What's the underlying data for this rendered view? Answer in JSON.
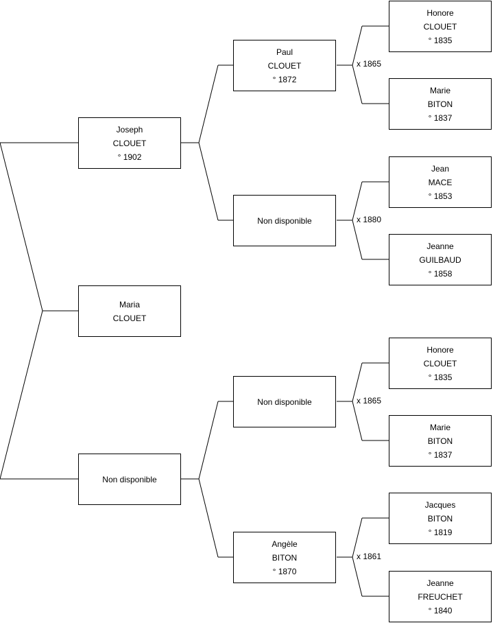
{
  "people": {
    "root": {
      "first": "Maria",
      "last": "CLOUET",
      "born": ""
    },
    "father": {
      "first": "Joseph",
      "last": "CLOUET",
      "born": "° 1902"
    },
    "mother": {
      "first": "Non disponible",
      "last": "",
      "born": ""
    },
    "ff": {
      "first": "Paul",
      "last": "CLOUET",
      "born": "° 1872"
    },
    "fm": {
      "first": "Non disponible",
      "last": "",
      "born": ""
    },
    "mf": {
      "first": "Non disponible",
      "last": "",
      "born": ""
    },
    "mm": {
      "first": "Angèle",
      "last": "BITON",
      "born": "° 1870"
    },
    "fff": {
      "first": "Honore",
      "last": "CLOUET",
      "born": "° 1835"
    },
    "ffm": {
      "first": "Marie",
      "last": "BITON",
      "born": "° 1837"
    },
    "fmf": {
      "first": "Jean",
      "last": "MACE",
      "born": "° 1853"
    },
    "fmm": {
      "first": "Jeanne",
      "last": "GUILBAUD",
      "born": "° 1858"
    },
    "mff": {
      "first": "Honore",
      "last": "CLOUET",
      "born": "° 1835"
    },
    "mfm": {
      "first": "Marie",
      "last": "BITON",
      "born": "° 1837"
    },
    "mmf": {
      "first": "Jacques",
      "last": "BITON",
      "born": "° 1819"
    },
    "mmm": {
      "first": "Jeanne",
      "last": "FREUCHET",
      "born": "° 1840"
    }
  },
  "marriages": {
    "ff_fm": "x 1865",
    "fmf_fmm": "x 1880",
    "mff_mfm": "x 1865",
    "mmf_mmm": "x 1861"
  }
}
